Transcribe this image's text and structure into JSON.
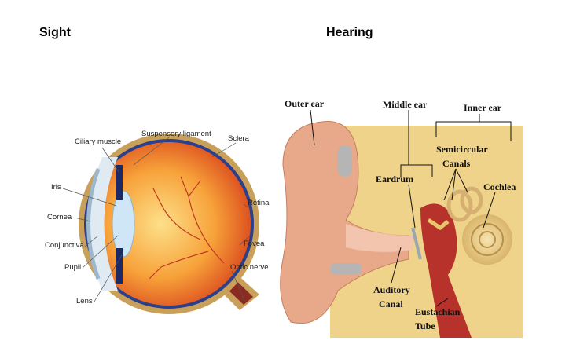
{
  "sections": {
    "sight": {
      "title": "Sight",
      "labels": {
        "ciliary_muscle": "Ciliary muscle",
        "suspensory_ligament": "Suspensory ligament",
        "sclera": "Sclera",
        "iris": "Iris",
        "retina": "Retina",
        "cornea": "Cornea",
        "conjunctiva": "Conjunctiva",
        "fovea": "Fovea",
        "pupil": "Pupil",
        "optic_nerve": "Optic nerve",
        "lens": "Lens"
      }
    },
    "hearing": {
      "title": "Hearing",
      "labels": {
        "outer_ear": "Outer ear",
        "middle_ear": "Middle ear",
        "inner_ear": "Inner ear",
        "semicircular_1": "Semicircular",
        "semicircular_2": "Canals",
        "eardrum": "Eardrum",
        "cochlea": "Cochlea",
        "auditory_1": "Auditory",
        "auditory_2": "Canal",
        "eustachian_1": "Eustachian",
        "eustachian_2": "Tube"
      }
    }
  }
}
